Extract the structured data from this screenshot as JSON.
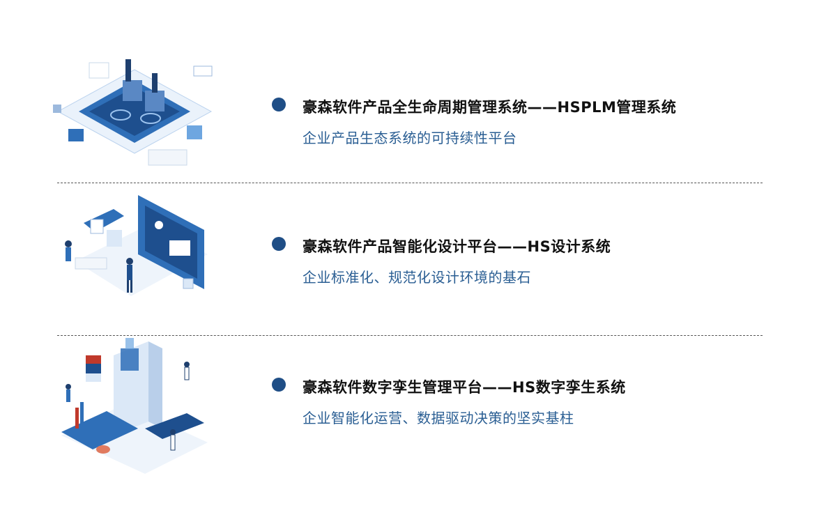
{
  "items": [
    {
      "title": "豪森软件产品全生命周期管理系统——HSPLM管理系统",
      "subtitle": "企业产品生态系统的可持续性平台",
      "illustration": "plm-isometric-platform-illustration"
    },
    {
      "title": "豪森软件产品智能化设计平台——HS设计系统",
      "subtitle": "企业标准化、规范化设计环境的基石",
      "illustration": "design-platform-isometric-illustration"
    },
    {
      "title": "豪森软件数字孪生管理平台——HS数字孪生系统",
      "subtitle": "企业智能化运营、数据驱动决策的坚实基柱",
      "illustration": "digital-twin-isometric-illustration"
    }
  ],
  "colors": {
    "bullet": "#1f4e86",
    "title": "#111111",
    "subtitle": "#2a5e93",
    "illustration_blue": "#2f6fb8",
    "illustration_light": "#dbe8f7"
  }
}
